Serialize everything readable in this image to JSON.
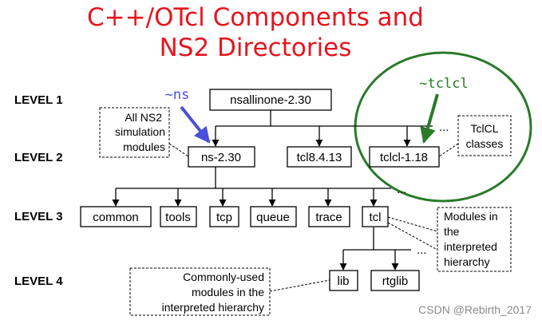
{
  "title": {
    "line1": "C++/OTcl Components and",
    "line2": "NS2 Directories"
  },
  "levels": [
    "LEVEL 1",
    "LEVEL 2",
    "LEVEL 3",
    "LEVEL 4"
  ],
  "nodes": {
    "root": "nsallinone-2.30",
    "ns": "ns-2.30",
    "tcl": "tcl8.4.13",
    "tclcl": "tclcl-1.18",
    "common": "common",
    "tools": "tools",
    "tcp": "tcp",
    "queue": "queue",
    "trace": "trace",
    "tcl_dir": "tcl",
    "lib": "lib",
    "rtglib": "rtglib"
  },
  "pointers": {
    "ns": "~ns",
    "tclcl": "~tclcl"
  },
  "notes": {
    "ns2_modules": [
      "All NS2",
      "simulation",
      "modules"
    ],
    "tclcl_classes": [
      "TclCL",
      "classes"
    ],
    "interpreted_modules": [
      "Modules in",
      "the",
      "interpreted",
      "hierarchy"
    ],
    "common_used": [
      "Commonly-used",
      "modules in the",
      "interpreted hierarchy"
    ]
  },
  "ellipsis": "...",
  "watermark": "CSDN @Rebirth_2017",
  "colors": {
    "title": "#e8141d",
    "ns_arrow": "#4b4fd9",
    "tclcl_circle": "#2a7a2a"
  }
}
